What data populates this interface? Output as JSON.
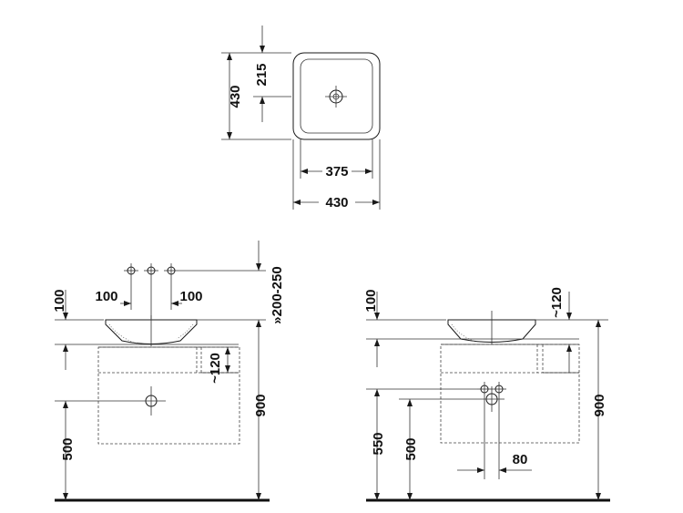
{
  "top_view": {
    "depth_total": "430",
    "depth_half": "215",
    "inner_width": "375",
    "outer_width": "430"
  },
  "front_view": {
    "tap_spacing_left": "100",
    "tap_spacing_right": "100",
    "bowl_height": "100",
    "tap_height_range": "»200-250",
    "cabinet_gap": "~120",
    "total_height": "900",
    "waste_height": "500"
  },
  "side_view": {
    "bowl_height": "100",
    "cabinet_gap": "~120",
    "total_height": "900",
    "supply_height": "550",
    "waste_height": "500",
    "valve_spacing": "80"
  }
}
